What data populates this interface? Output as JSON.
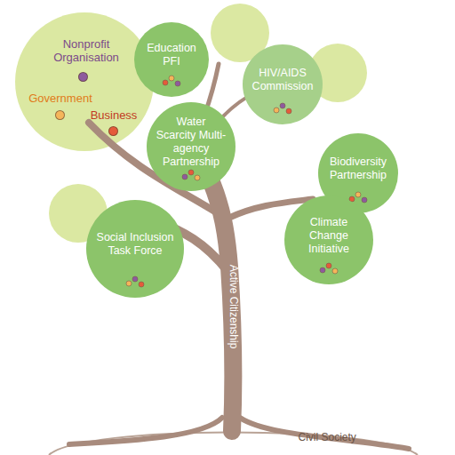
{
  "diagram": {
    "nodes": [
      {
        "text": [
          "Education PFI"
        ]
      },
      {
        "text": [
          "HIV/AIDS Commission"
        ]
      },
      {
        "text": [
          "Water Scarcity Multi-agency Partnership"
        ]
      },
      {
        "text": [
          "Biodiversity Partnership"
        ]
      },
      {
        "text": [
          "Social Inclusion Task Force"
        ]
      },
      {
        "text": [
          "Climate Change Initiative"
        ]
      }
    ],
    "labels": [
      "Active Citizenship",
      "Civil Society"
    ],
    "legend": [
      {
        "text": "Nonprofit Organisation",
        "color": "#8e5a9e"
      },
      {
        "text": "Government",
        "color": "#f5b55a"
      },
      {
        "text": "Business",
        "color": "#e45b3a"
      }
    ]
  }
}
